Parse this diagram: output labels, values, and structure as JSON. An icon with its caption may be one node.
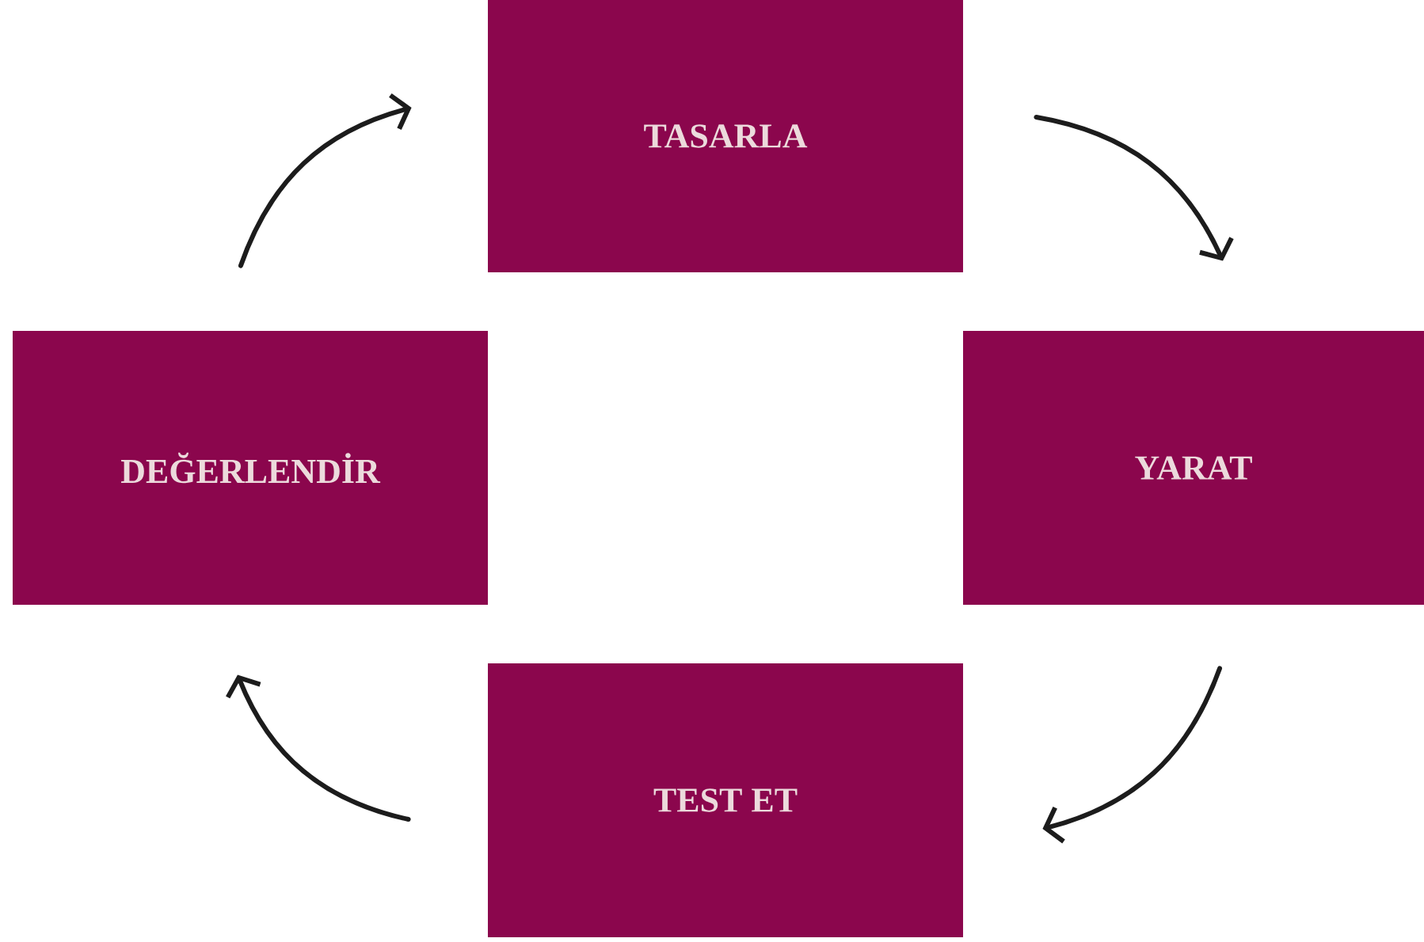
{
  "diagram": {
    "nodes": [
      {
        "text": [
          "TASARLA"
        ]
      },
      {
        "text": [
          "YARAT"
        ]
      },
      {
        "text": [
          "TEST ET"
        ]
      },
      {
        "text": [
          "DEĞERLENDİR"
        ]
      }
    ],
    "edges": [
      {
        "from": 0,
        "to": 1,
        "arrow": "to"
      },
      {
        "from": 1,
        "to": 2,
        "arrow": "to"
      },
      {
        "from": 2,
        "to": 3,
        "arrow": "to"
      },
      {
        "from": 3,
        "to": 0,
        "arrow": "to"
      }
    ]
  }
}
